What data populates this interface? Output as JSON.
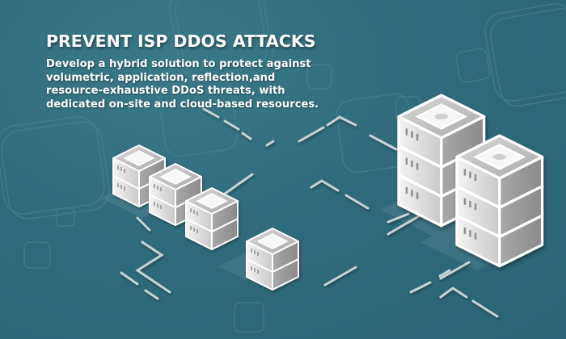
{
  "banner": {
    "headline": "PREVENT ISP DDOS ATTACKS",
    "description_lines": [
      "Develop a hybrid solution to protect against",
      "volumetric, application, reflection,and",
      "resource-exhaustive DDoS threats, with",
      "dedicated on-site and cloud-based resources."
    ]
  },
  "illustration": {
    "subject": "isometric servers connected by dashed network lines",
    "small_servers_count": 4,
    "large_servers_count": 2,
    "icons": [
      "server-stack-icon",
      "network-line-icon",
      "rounded-square-outline-decoration"
    ]
  },
  "colors": {
    "background": "#2f6b7c",
    "server_light": "#f2f2f2",
    "server_mid": "#bdbdbd",
    "server_dark": "#8f8f8f",
    "line": "#c9d3d6",
    "text": "#ffffff"
  }
}
